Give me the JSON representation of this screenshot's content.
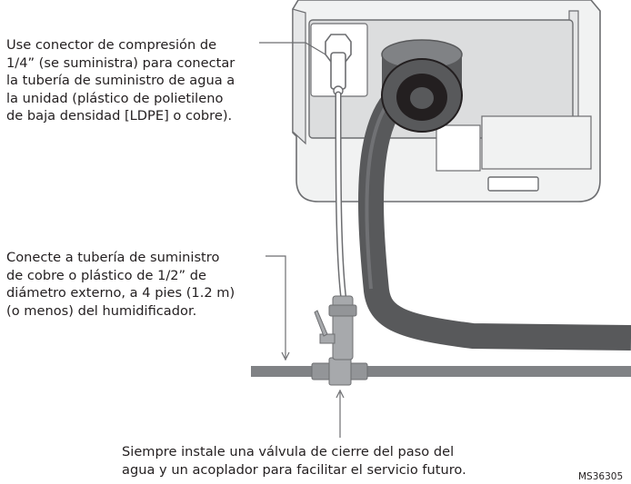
{
  "callouts": {
    "connector": "Use conector de compresión de\n1/4” (se suministra) para conectar\nla tubería de suministro de agua a\nla unidad (plástico de polietileno\nde baja densidad [LDPE] o cobre).",
    "supply_pipe": "Conecte a tubería de suministro\nde cobre o plástico de 1/2” de\ndiámetro externo, a 4 pies (1.2 m)\n(o menos) del humidificador.",
    "valve": "Siempre instale una válvula de cierre del paso del\nagua y un acoplador para facilitar el servicio futuro."
  },
  "part_code": "MS36305",
  "colors": {
    "outline": "#6d6e71",
    "housing_fill": "#f1f2f2",
    "panel_fill": "#dcddde",
    "hose": "#58595b",
    "hose_dark": "#231f20",
    "pipe": "#808285",
    "text": "#231f20"
  }
}
